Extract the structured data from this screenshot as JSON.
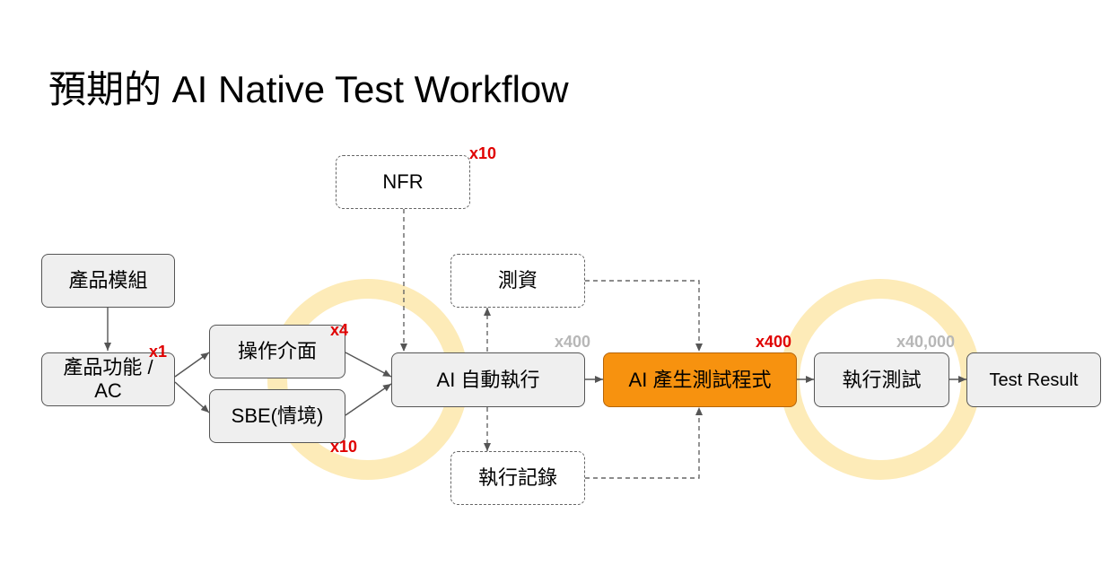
{
  "title": "預期的 AI Native Test Workflow",
  "nodes": {
    "product_module": "產品模組",
    "product_feature": "產品功能 / AC",
    "operation_ui": "操作介面",
    "sbe": "SBE(情境)",
    "nfr": "NFR",
    "ai_auto_exec": "AI 自動執行",
    "test_data": "測資",
    "exec_log": "執行記錄",
    "ai_gen_test": "AI 產生測試程式",
    "run_test": "執行測試",
    "test_result": "Test Result"
  },
  "multipliers": {
    "feature": "x1",
    "operation_ui": "x4",
    "sbe": "x10",
    "nfr": "x10",
    "ai_auto_exec": "x400",
    "ai_gen_test": "x400",
    "run_test": "x40,000"
  },
  "colors": {
    "highlight_box": "#f7920f",
    "multiplier_red": "#e00000",
    "multiplier_gray": "#b7b7b7",
    "ring": "#fdebb8"
  }
}
